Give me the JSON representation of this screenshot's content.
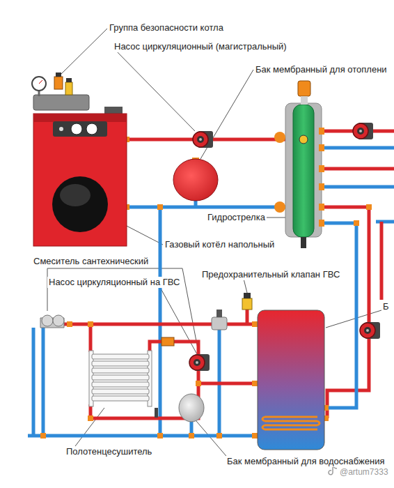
{
  "diagram": {
    "labels": [
      "Группа безопасности котла",
      "Насос циркуляционный (магистральный)",
      "Бак мембранный для отоплени",
      "Гидрострелка",
      "Газовый котёл напольный",
      "Смеситель сантехнический",
      "Насос циркуляционный на ГВС",
      "Предохранительный клапан ГВС",
      "Б",
      "Полотенцесушитель",
      "Бак мембранный для водоснабжения",
      "@artum7333"
    ]
  }
}
